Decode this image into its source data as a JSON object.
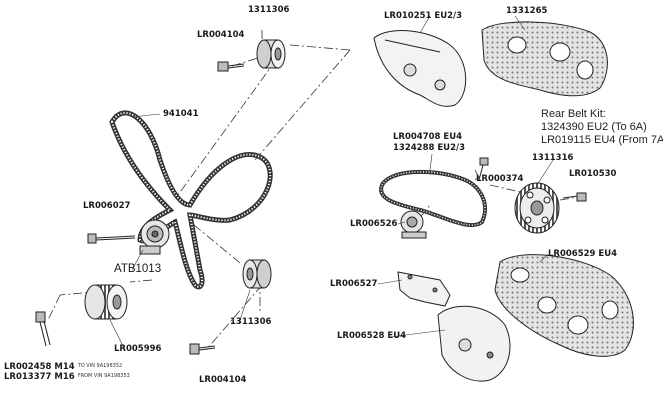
{
  "labels": {
    "p1311306_top": "1311306",
    "lr004104_top": "LR004104",
    "p941041": "941041",
    "lr006027": "LR006027",
    "atb1013": "ATB1013",
    "lr005996": "LR005996",
    "p1311306_bottom": "1311306",
    "lr004104_bottom": "LR004104",
    "lr002458": "LR002458 M14",
    "lr002458_note": "TO VIN 9A198352",
    "lr013377": "LR013377 M16",
    "lr013377_note": "FROM VIN 9A198353",
    "lr010251": "LR010251 EU2/3",
    "p1331265": "1331265",
    "lr004708": "LR004708 EU4",
    "p1324288": "1324288 EU2/3",
    "lr000374": "LR000374",
    "p1311316": "1311316",
    "lr010530": "LR010530",
    "lr006526": "LR006526",
    "lr006529": "LR006529 EU4",
    "lr006527": "LR006527",
    "lr006528": "LR006528 EU4"
  },
  "kit_note": {
    "title": "Rear Belt Kit:",
    "line1": "1324390 EU2 (To 6A)",
    "line2": "LR019115 EU4 (From 7A)"
  }
}
